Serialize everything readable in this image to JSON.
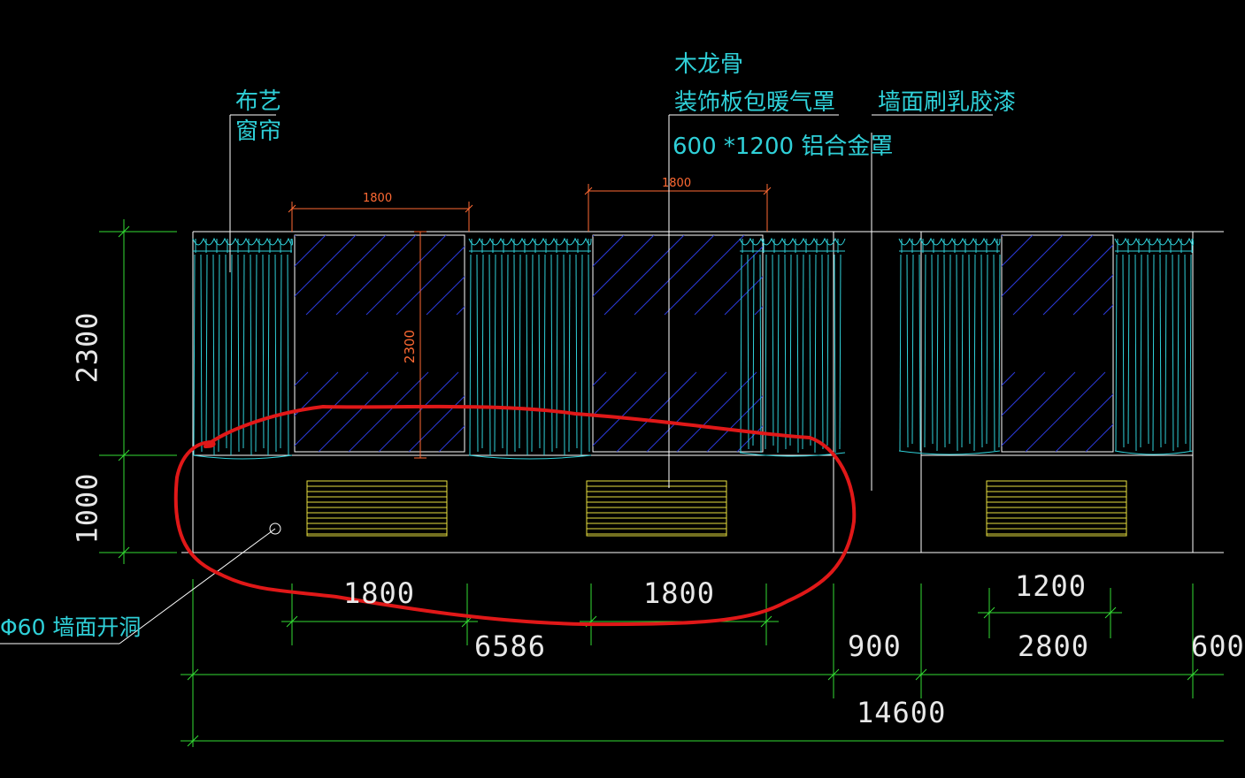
{
  "labels": {
    "curtain_line1": "布艺",
    "curtain_line2": "窗帘",
    "keel": "木龙骨",
    "panel": "装饰板包暖气罩",
    "grille": "600 *1200 铝合金罩",
    "wall_paint": "墙面刷乳胶漆",
    "hole": "Φ60 墙面开洞"
  },
  "dimensions": {
    "height_upper": "2300",
    "height_lower": "1000",
    "window_width_a": "1800",
    "window_width_b": "1800",
    "window_height_inner": "2300",
    "bottom_1800_a": "1800",
    "bottom_1800_b": "1800",
    "seg_6586": "6586",
    "seg_900": "900",
    "bottom_1200": "1200",
    "seg_2800": "2800",
    "seg_600": "600",
    "total": "14600"
  },
  "colors": {
    "background": "#000000",
    "outline": "#ffffff",
    "curtain": "#2fd0d8",
    "glass_hatch": "#2b3ad8",
    "grille": "#e8e040",
    "dimension_line": "#33dd33",
    "dimension_text": "#e8e8e8",
    "inner_dimension": "#ff6a33",
    "annotation_circle": "#e01818"
  }
}
